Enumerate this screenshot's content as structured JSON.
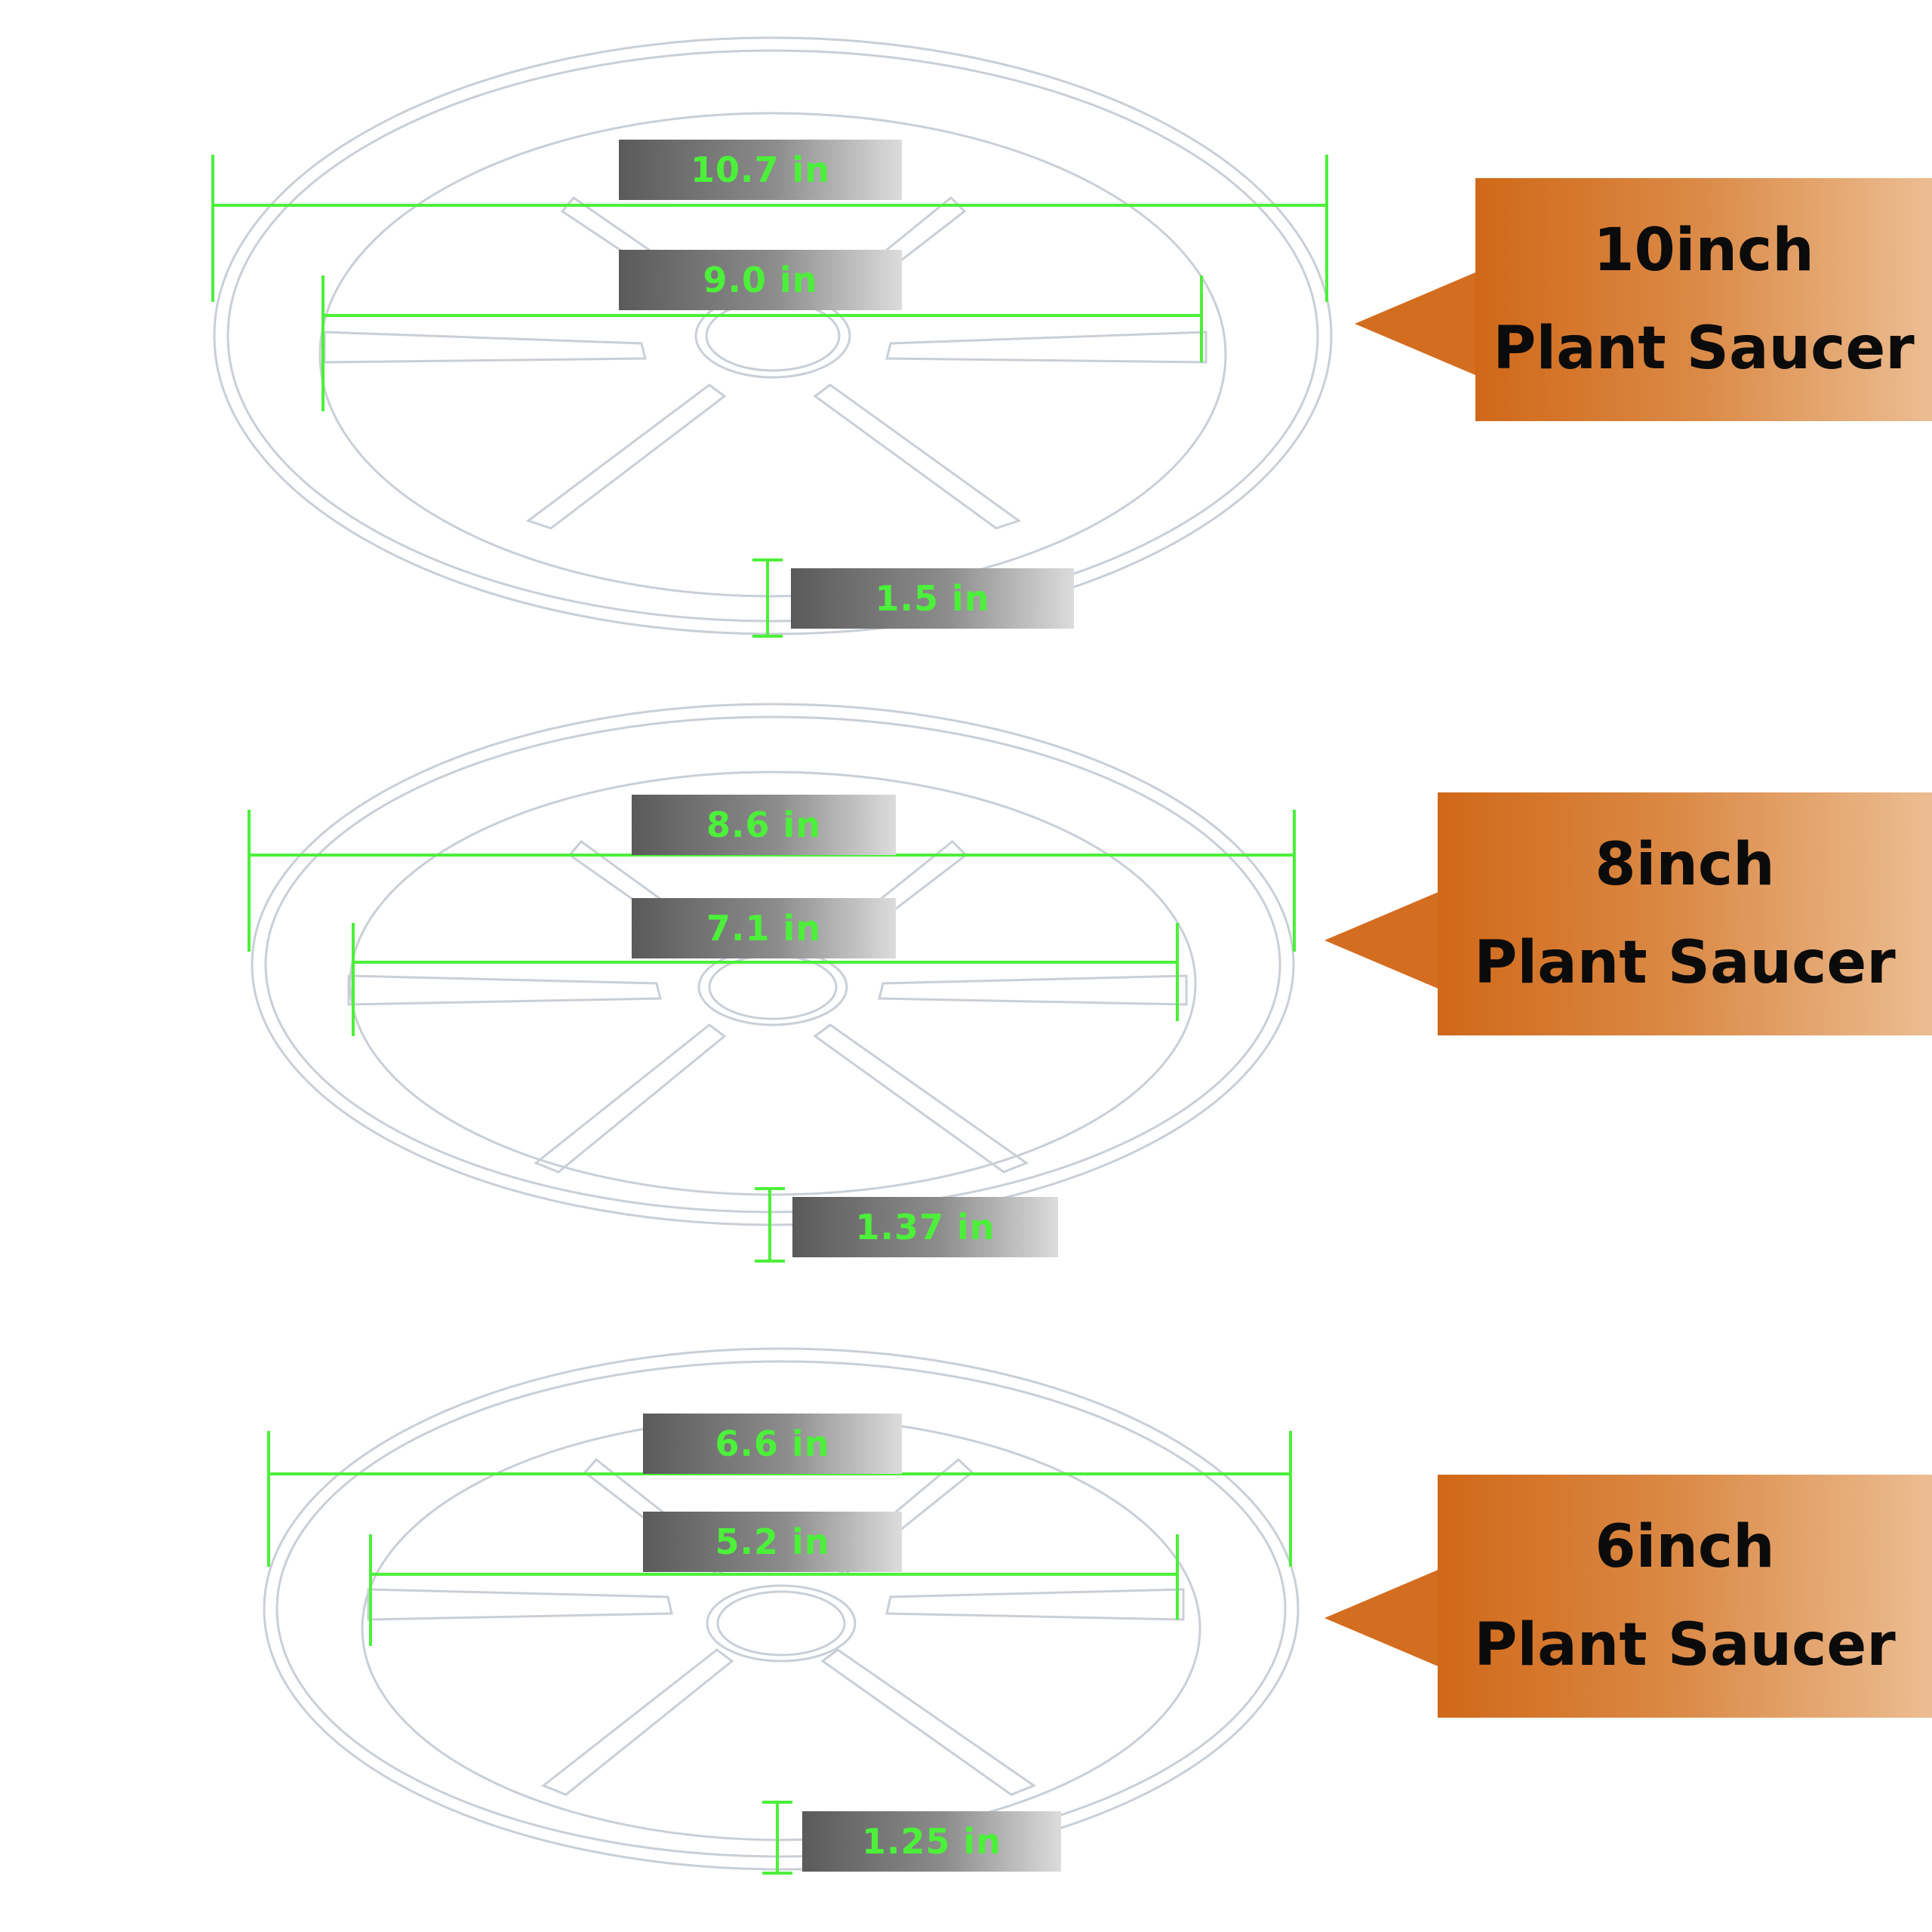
{
  "saucers": [
    {
      "size_label": "10inch",
      "product_label": "Plant Saucer",
      "outer_diameter": "10.7 in",
      "inner_diameter": "9.0 in",
      "height": "1.5 in"
    },
    {
      "size_label": "8inch",
      "product_label": "Plant Saucer",
      "outer_diameter": "8.6 in",
      "inner_diameter": "7.1 in",
      "height": "1.37 in"
    },
    {
      "size_label": "6inch",
      "product_label": "Plant Saucer",
      "outer_diameter": "6.6 in",
      "inner_diameter": "5.2 in",
      "height": "1.25 in"
    }
  ],
  "colors": {
    "dimension_line": "#4cf03a",
    "tag_gradient_start": "#d06818",
    "tag_gradient_end": "#ecbd92",
    "label_text": "#0b0b0b"
  }
}
